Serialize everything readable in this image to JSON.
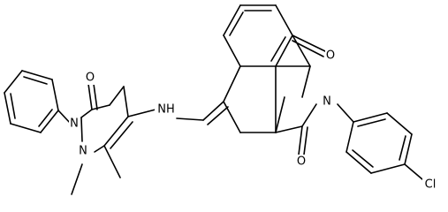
{
  "molecule": {
    "atoms": {
      "o_top_right": "O",
      "n_ring_right": "N",
      "o_lower_right": "O",
      "cl": "Cl",
      "nh": "NH",
      "o_pyrazolone": "O",
      "n1_pyrazole": "N",
      "n2_pyrazole": "N"
    },
    "colors": {
      "bond": "#000000",
      "label": "#000000",
      "background": "#ffffff"
    }
  }
}
